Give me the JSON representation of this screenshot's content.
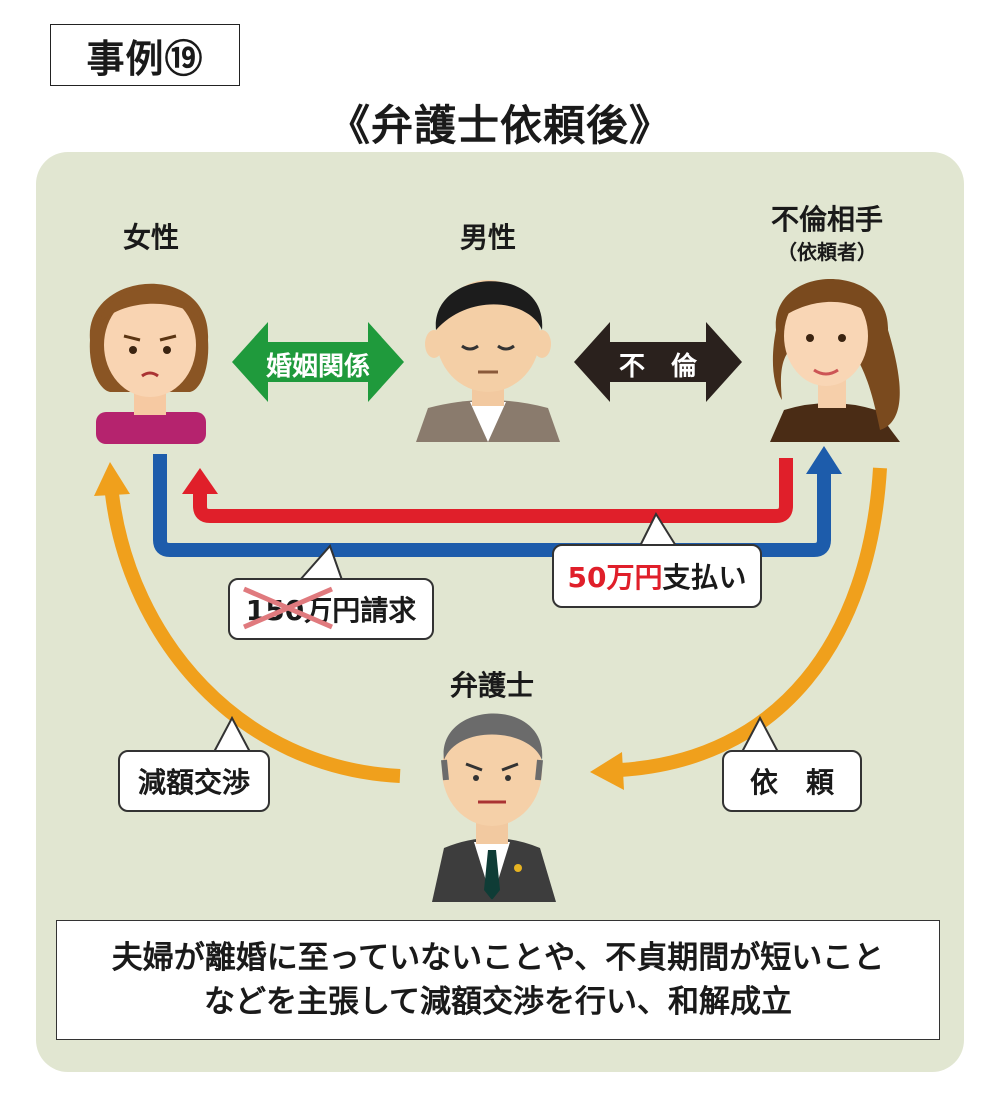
{
  "case_label": "事例⑲",
  "title": "《弁護士依頼後》",
  "people": {
    "woman": "女性",
    "man": "男性",
    "affair_partner": "不倫相手",
    "affair_partner_note": "（依頼者）",
    "lawyer": "弁護士"
  },
  "relations": {
    "marriage": "婚姻関係",
    "affair": "不　倫"
  },
  "callouts": {
    "claim_amount": "150万円",
    "claim_suffix": "請求",
    "payment_amount": "50万円",
    "payment_suffix": "支払い",
    "negotiation": "減額交渉",
    "request": "依　頼"
  },
  "summary": {
    "line1": "夫婦が離婚に至っていないことや、不貞期間が短いこと",
    "line2": "などを主張して減額交渉を行い、和解成立"
  },
  "colors": {
    "panel_bg": "#e1e6d1",
    "marriage_arrow": "#1f9a3c",
    "affair_arrow": "#2a211d",
    "payment_arrow": "#e01f2a",
    "claim_arrow": "#1d5cab",
    "lawyer_arrow": "#f0a01c",
    "payment_text": "#e01f2a"
  }
}
